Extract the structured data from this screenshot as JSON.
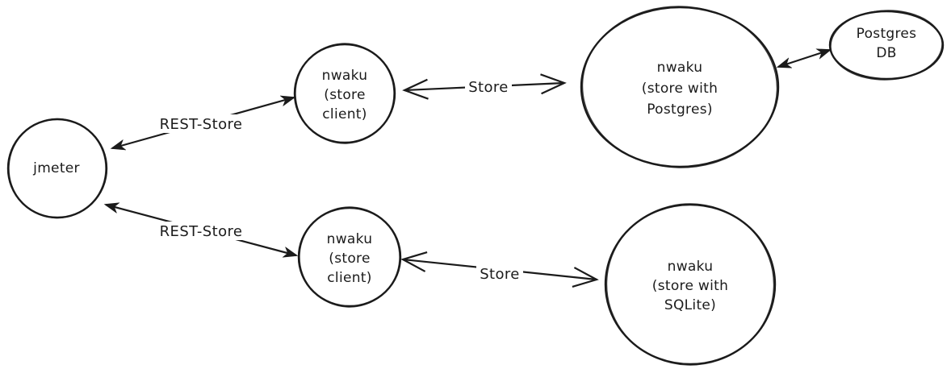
{
  "diagram": {
    "background_color": "#ffffff",
    "stroke_color": "#1b1b1b",
    "style": "hand-drawn sketch (excalidraw-like)",
    "nodes": {
      "jmeter": {
        "label": "jmeter"
      },
      "store_client_top": {
        "lines": [
          "nwaku",
          "(store",
          "client)"
        ]
      },
      "store_postgres": {
        "lines": [
          "nwaku",
          "(store with",
          "Postgres)"
        ]
      },
      "postgres_db": {
        "lines": [
          "Postgres",
          "DB"
        ]
      },
      "store_client_bottom": {
        "lines": [
          "nwaku",
          "(store",
          "client)"
        ]
      },
      "store_sqlite": {
        "lines": [
          "nwaku",
          "(store with",
          "SQLite)"
        ]
      }
    },
    "edges": {
      "rest_store_top": {
        "label": "REST-Store",
        "from": "jmeter",
        "to": "store_client_top",
        "arrows": "both-solid"
      },
      "store_top": {
        "label": "Store",
        "from": "store_client_top",
        "to": "store_postgres",
        "arrows": "both-open"
      },
      "postgres_db_link": {
        "label": "",
        "from": "store_postgres",
        "to": "postgres_db",
        "arrows": "both-solid"
      },
      "rest_store_bottom": {
        "label": "REST-Store",
        "from": "jmeter",
        "to": "store_client_bottom",
        "arrows": "both-solid"
      },
      "store_bottom": {
        "label": "Store",
        "from": "store_client_bottom",
        "to": "store_sqlite",
        "arrows": "both-open"
      }
    }
  }
}
